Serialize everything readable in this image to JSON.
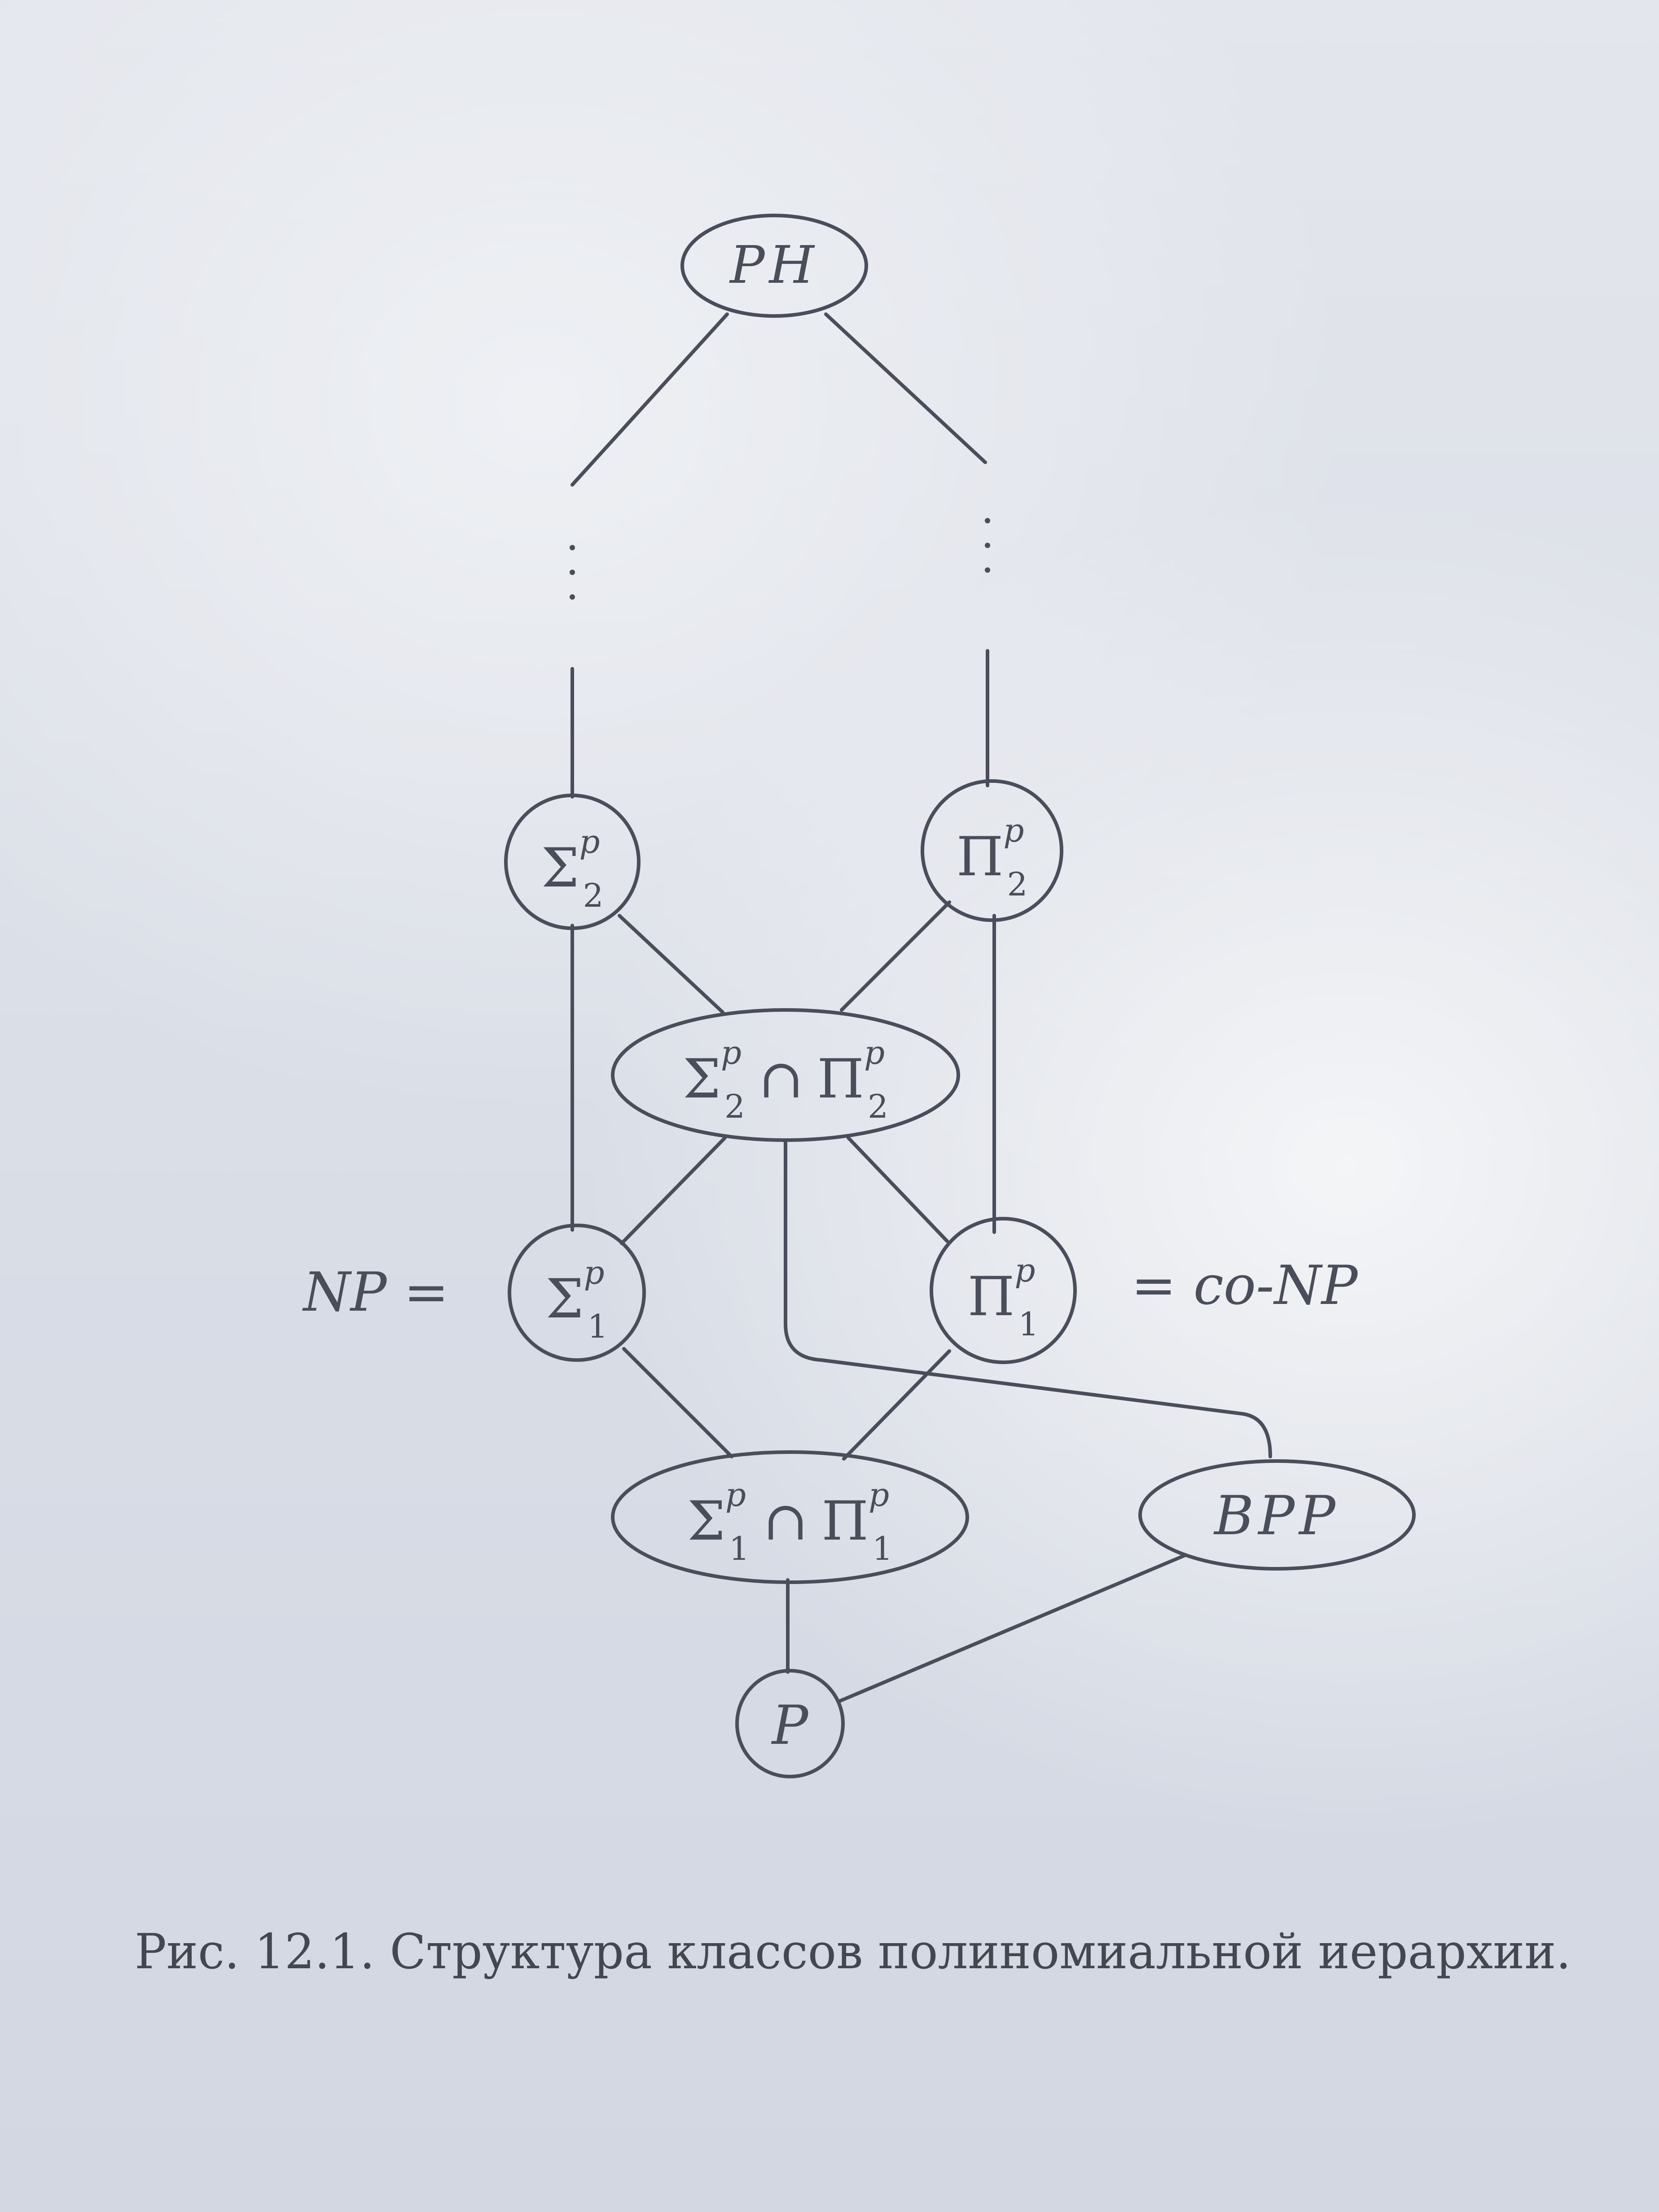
{
  "nodes": {
    "ph": {
      "label": "PH"
    },
    "sigma2": {
      "base": "Σ",
      "sup": "p",
      "sub": "2"
    },
    "pi2": {
      "base": "Π",
      "sup": "p",
      "sub": "2"
    },
    "sigma2_cap_pi2": {
      "base1": "Σ",
      "sup1": "p",
      "sub1": "2",
      "op": "∩",
      "base2": "Π",
      "sup2": "p",
      "sub2": "2"
    },
    "sigma1": {
      "base": "Σ",
      "sup": "p",
      "sub": "1"
    },
    "pi1": {
      "base": "Π",
      "sup": "p",
      "sub": "1"
    },
    "sigma1_cap_pi1": {
      "base1": "Σ",
      "sup1": "p",
      "sub1": "1",
      "op": "∩",
      "base2": "Π",
      "sup2": "p",
      "sub2": "1"
    },
    "bpp": {
      "label": "BPP"
    },
    "p": {
      "label": "P"
    }
  },
  "side_labels": {
    "np": "NP =",
    "conp": "= co-NP"
  },
  "caption": "Рис. 12.1. Структура классов полиномиальной иерархии."
}
